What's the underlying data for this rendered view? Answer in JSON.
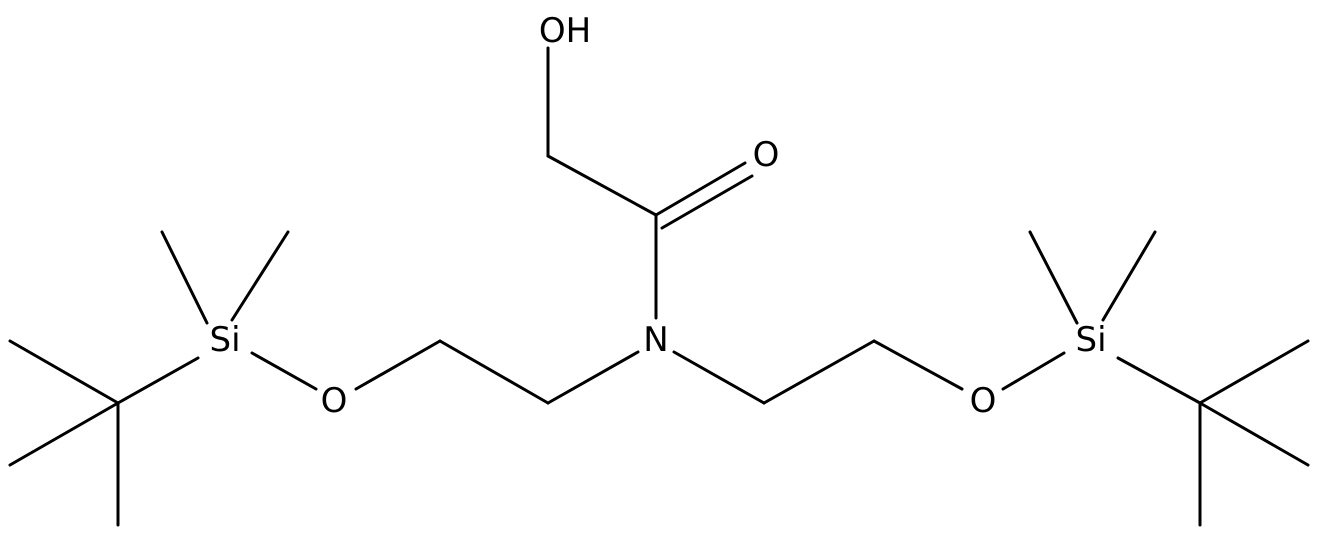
{
  "diagram": {
    "type": "structural-formula",
    "atom_labels": {
      "hydroxyl": "OH",
      "carbonyl_oxygen": "O",
      "nitrogen": "N",
      "ether_oxygen_left": "O",
      "ether_oxygen_right": "O",
      "silicon_left": "Si",
      "silicon_right": "Si"
    }
  },
  "colors": {
    "bond": "#000000",
    "label": "#000000",
    "background": "#ffffff"
  }
}
